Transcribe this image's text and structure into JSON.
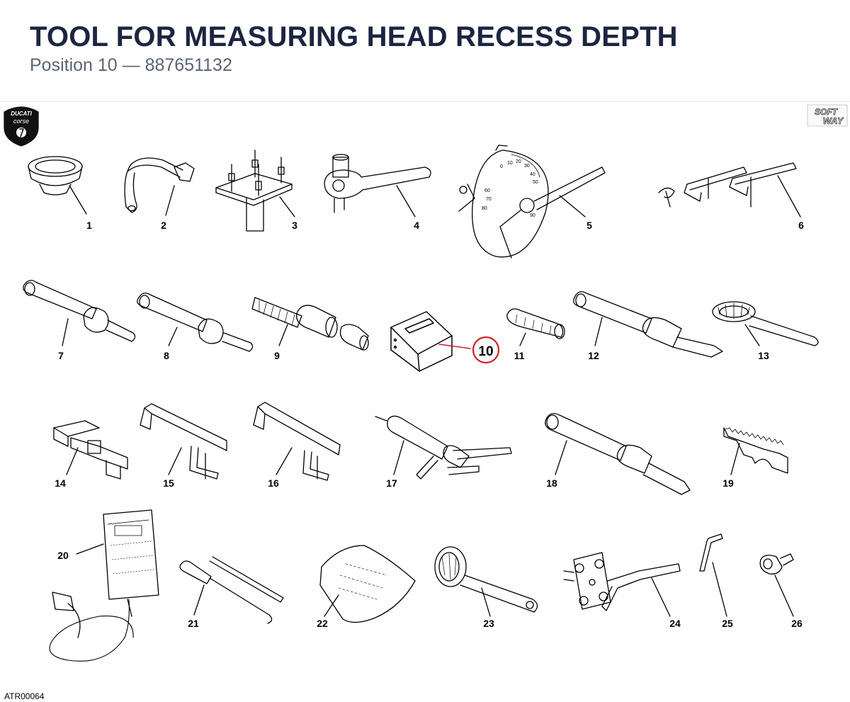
{
  "header": {
    "title": "TOOL FOR MEASURING HEAD RECESS DEPTH",
    "subtitle": "Position 10 — 887651132"
  },
  "logos": {
    "left": {
      "line1": "DUCATI",
      "line2": "corse"
    },
    "right": {
      "line1": "SOFT",
      "line2": "WAY"
    }
  },
  "highlight": {
    "position": "10",
    "color": "#d0202e"
  },
  "tools": [
    {
      "n": "1"
    },
    {
      "n": "2"
    },
    {
      "n": "3"
    },
    {
      "n": "4"
    },
    {
      "n": "5"
    },
    {
      "n": "6"
    },
    {
      "n": "7"
    },
    {
      "n": "8"
    },
    {
      "n": "9"
    },
    {
      "n": "10"
    },
    {
      "n": "11"
    },
    {
      "n": "12"
    },
    {
      "n": "13"
    },
    {
      "n": "14"
    },
    {
      "n": "15"
    },
    {
      "n": "16"
    },
    {
      "n": "17"
    },
    {
      "n": "18"
    },
    {
      "n": "19"
    },
    {
      "n": "20"
    },
    {
      "n": "21"
    },
    {
      "n": "22"
    },
    {
      "n": "23"
    },
    {
      "n": "24"
    },
    {
      "n": "25"
    },
    {
      "n": "26"
    }
  ],
  "protractor_marks": [
    "0",
    "10",
    "20",
    "30",
    "40",
    "50",
    "60",
    "70",
    "80",
    "90"
  ],
  "footer": {
    "ref_code": "ATR00064"
  }
}
